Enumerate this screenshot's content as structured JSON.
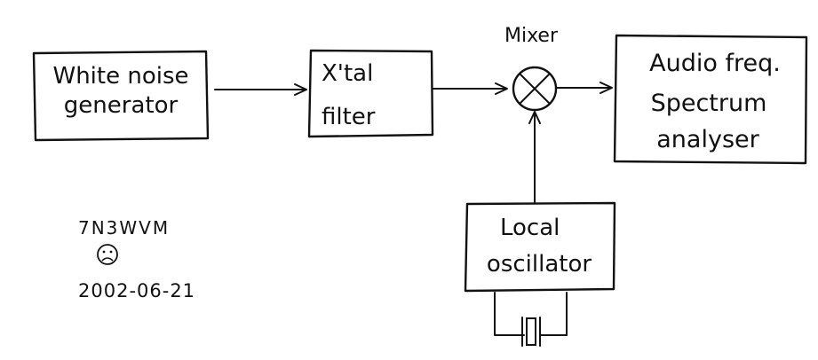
{
  "diagram": {
    "blocks": {
      "noise_generator": {
        "line1": "White noise",
        "line2": "generator"
      },
      "xtal_filter": {
        "line1": "X'tal",
        "line2": "filter"
      },
      "mixer_label": "Mixer",
      "analyser": {
        "line1": "Audio freq.",
        "line2": "Spectrum",
        "line3": "analyser"
      },
      "local_oscillator": {
        "line1": "Local",
        "line2": "oscillator"
      }
    },
    "signature": {
      "callsign": "7N3WVM",
      "date": "2002-06-21"
    }
  }
}
